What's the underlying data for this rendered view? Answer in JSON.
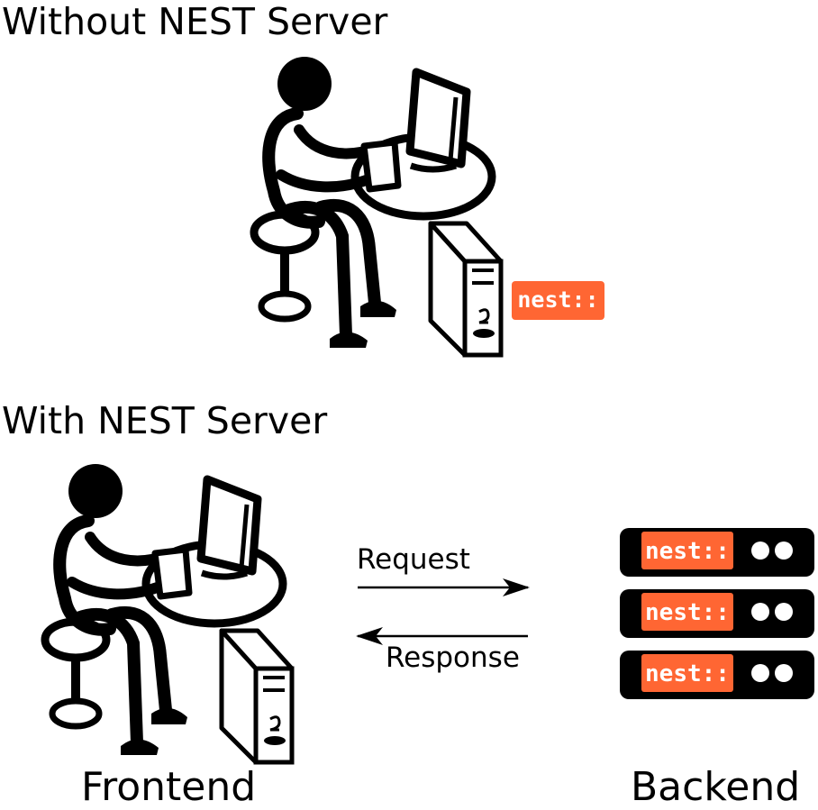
{
  "sections": {
    "without": {
      "title": "Without NEST Server"
    },
    "with": {
      "title": "With NEST Server"
    }
  },
  "badge": {
    "text": "nest::",
    "color": "#ff6633"
  },
  "arrows": {
    "request": "Request",
    "response": "Response"
  },
  "labels": {
    "frontend": "Frontend",
    "backend": "Backend"
  },
  "colors": {
    "ink": "#000000",
    "accent": "#ff6633",
    "background": "#ffffff"
  }
}
